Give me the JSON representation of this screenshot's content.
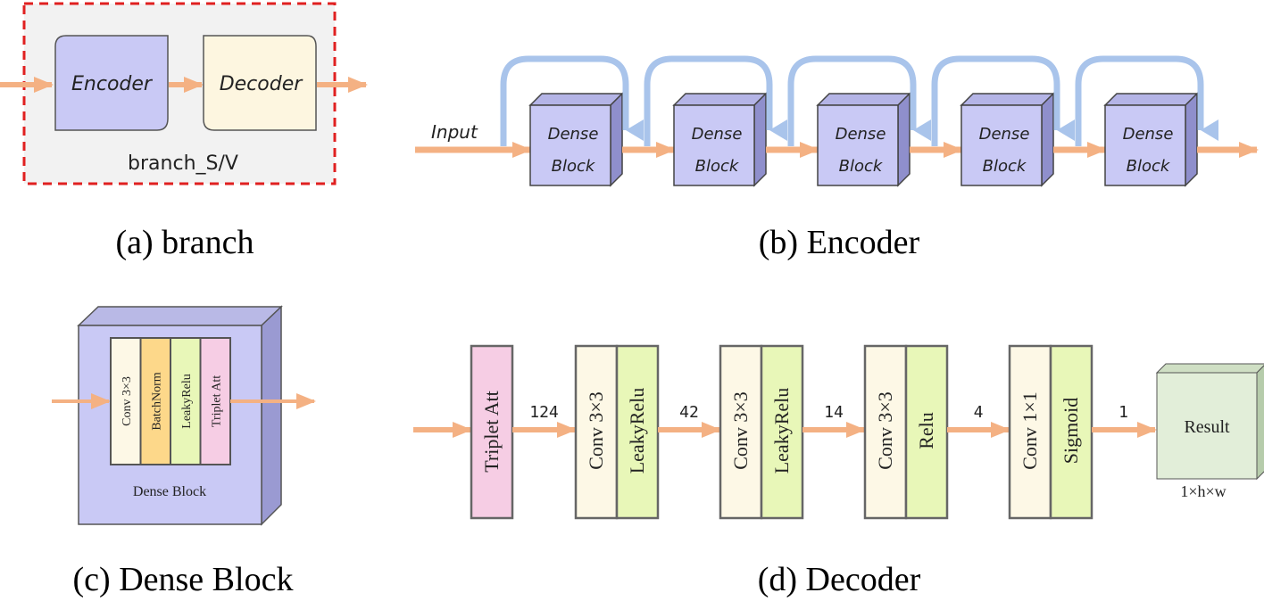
{
  "panel_a": {
    "encoder_label": "Encoder",
    "decoder_label": "Decoder",
    "branch_label": "branch_S/V",
    "caption": "(a) branch"
  },
  "panel_b": {
    "input_label": "Input",
    "block_line1": "Dense",
    "block_line2": "Block",
    "block_count": 5,
    "caption": "(b) Encoder"
  },
  "panel_c": {
    "layers": [
      "Conv 3×3",
      "BatchNorm",
      "LeakyRelu",
      "Triplet Att"
    ],
    "block_label": "Dense Block",
    "caption": "(c) Dense Block"
  },
  "panel_d": {
    "first_layer": "Triplet Att",
    "stages": [
      {
        "conv": "Conv 3×3",
        "act": "LeakyRelu"
      },
      {
        "conv": "Conv 3×3",
        "act": "LeakyRelu"
      },
      {
        "conv": "Conv 3×3",
        "act": "Relu"
      },
      {
        "conv": "Conv 1×1",
        "act": "Sigmoid"
      }
    ],
    "channels": [
      "124",
      "42",
      "14",
      "4",
      "1"
    ],
    "result_label": "Result",
    "result_shape": "1×h×w",
    "caption": "(d) Decoder"
  },
  "colors": {
    "arrow_orange": "#f4b183",
    "skip_blue": "#a9c4eb",
    "block_purple": "#c9c9f5",
    "decoder_cream": "#fdf6e0",
    "dashed_red": "#e02020",
    "conv_cream": "#fdf8e6",
    "batchnorm_yellow": "#fdd88a",
    "leakyrelu_green": "#e8f7b8",
    "triplet_pink": "#f6cde4",
    "result_green": "#e2eed9"
  }
}
